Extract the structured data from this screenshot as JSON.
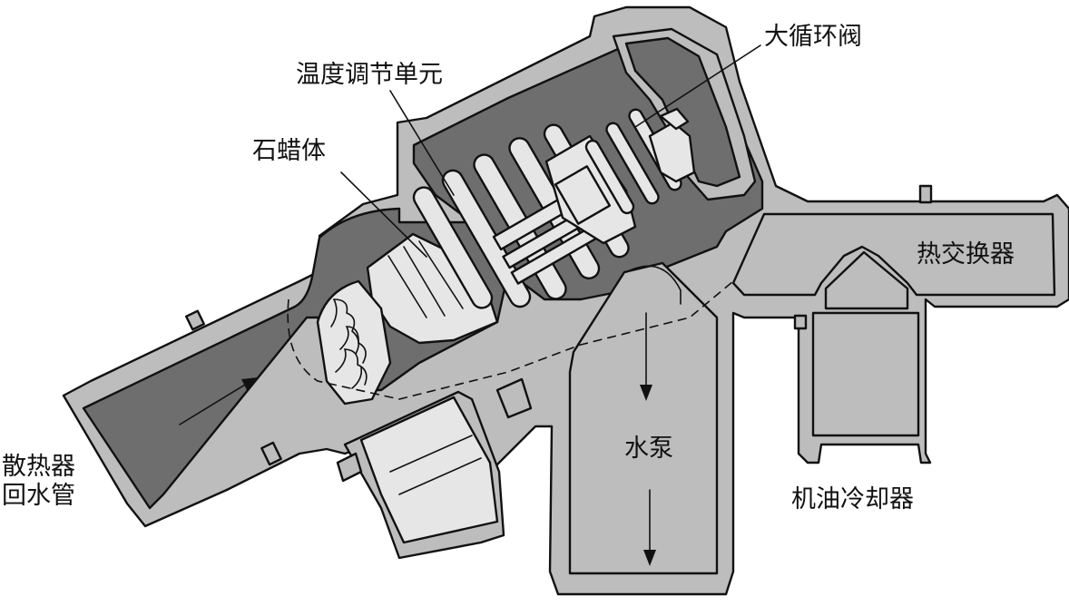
{
  "diagram": {
    "labels": {
      "big_circulation_valve": "大循环阀",
      "temp_control_unit": "温度调节单元",
      "paraffin_body": "石蜡体",
      "heat_exchanger": "热交换器",
      "radiator_return_line1": "散热器",
      "radiator_return_line2": "回水管",
      "water_pump": "水泵",
      "oil_cooler": "机油冷却器"
    },
    "colors": {
      "housing_fill": "#bdbdbd",
      "coolant_fill": "#6e6e6e",
      "light_part": "#e6e6e6",
      "outline": "#111111"
    }
  }
}
